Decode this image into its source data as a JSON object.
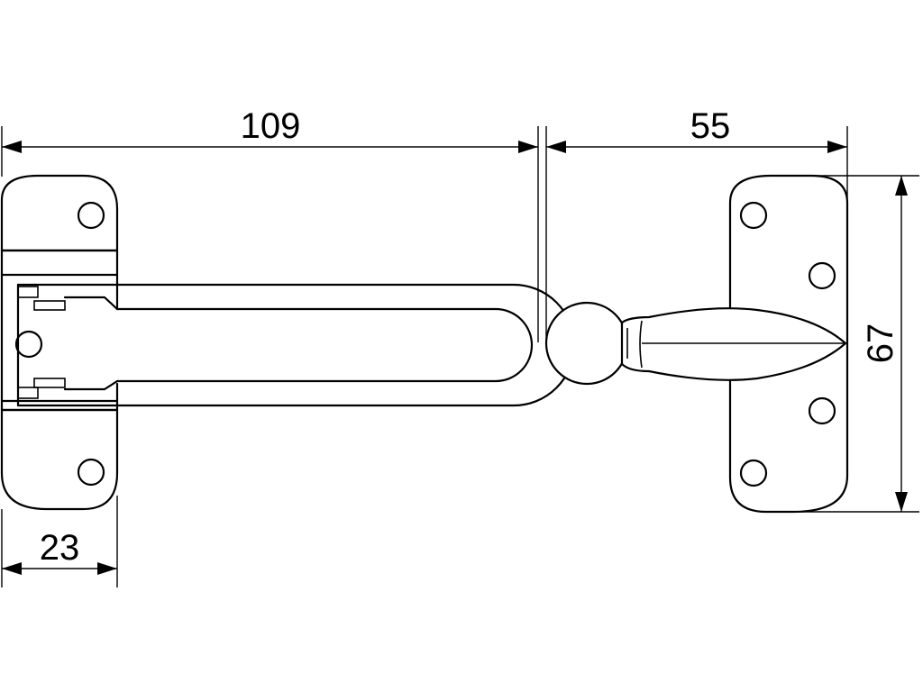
{
  "dimensions": {
    "chain_length": "109",
    "knob_plate_width": "55",
    "knob_plate_height": "67",
    "plate_width": "23"
  }
}
